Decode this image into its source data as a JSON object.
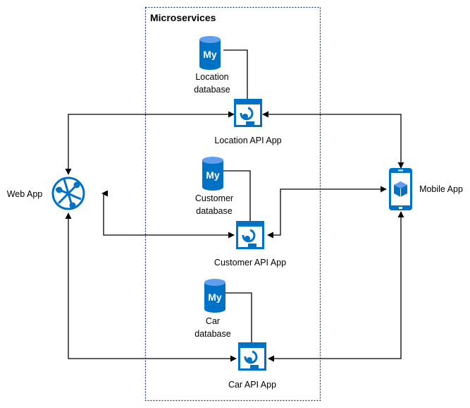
{
  "group": {
    "title": "Microservices"
  },
  "nodes": {
    "location_db": {
      "line1": "Location",
      "line2": "database",
      "icon_text": "My",
      "icon": "mysql-database-icon"
    },
    "location_api": {
      "label": "Location API App",
      "icon": "api-app-icon"
    },
    "customer_db": {
      "line1": "Customer",
      "line2": "database",
      "icon_text": "My",
      "icon": "mysql-database-icon"
    },
    "customer_api": {
      "label": "Customer API App",
      "icon": "api-app-icon"
    },
    "car_db": {
      "line1": "Car",
      "line2": "database",
      "icon_text": "My",
      "icon": "mysql-database-icon"
    },
    "car_api": {
      "label": "Car API App",
      "icon": "api-app-icon"
    },
    "web_app": {
      "label": "Web App",
      "icon": "web-app-globe-icon"
    },
    "mobile_app": {
      "label": "Mobile App",
      "icon": "mobile-app-icon"
    }
  },
  "colors": {
    "azure_blue": "#0072c6",
    "light_blue": "#5ea0ef",
    "line": "#000000",
    "group_border": "#1f3864"
  }
}
